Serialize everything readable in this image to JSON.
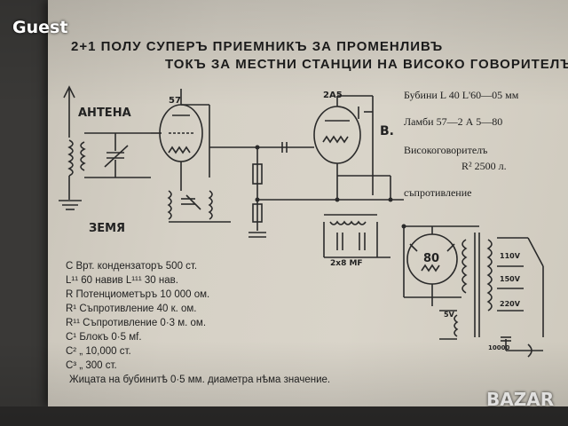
{
  "watermark": {
    "site": "Guest",
    "brand": "BAZAR"
  },
  "title": {
    "line1": "2+1 ПОЛУ СУПЕРЪ ПРИЕМНИКЪ ЗА ПРОМЕНЛИВЪ",
    "line2": "ТОКЪ ЗА МЕСТНИ СТАНЦИИ НА ВИСОКО ГОВОРИТЕЛЪ"
  },
  "specs": {
    "coils": "Бубини L 40 L'60—05 мм",
    "tubes": "Ламби 57—2 А 5—80",
    "speaker": "Високоговорителъ",
    "resistance": "R² 2500 л.",
    "resistor_label": "съпротивление"
  },
  "schematic": {
    "antenna": "АНТЕНА",
    "ground": "ЗЕМЯ",
    "tube1": "57",
    "tube2": "2A5",
    "tube3": "80",
    "output_marker": "В.",
    "rectifier_cap": "2х8 МF",
    "v110": "110V",
    "v150": "150V",
    "v220": "220V",
    "v5": "5V",
    "cap_10000": "10000"
  },
  "legend": [
    "C Врт. кондензаторъ 500 ст.",
    "L¹¹ 60 навив  L¹¹¹ 30 нав.",
    "R Потенциометъръ 10 000 ом.",
    "R¹ Съпротивление 40 к. ом.",
    "R¹¹ Съпротивление 0·3 м. ом.",
    "C¹ Блокъ 0·5 мf.",
    "C²    „ 10,000 ст.",
    "C³    „    300 ст.",
    "Жицата на бубинитѣ 0·5 мм. диаметра нѣма значение."
  ]
}
